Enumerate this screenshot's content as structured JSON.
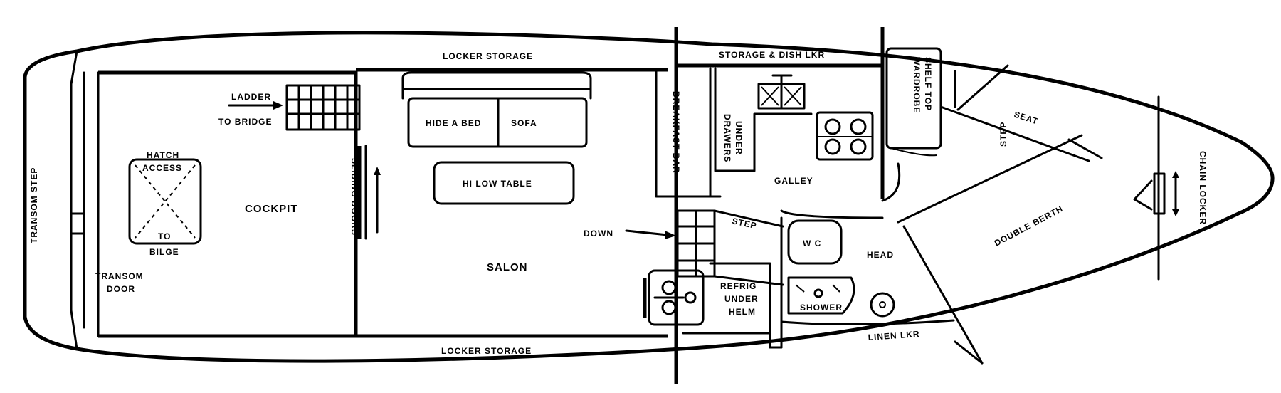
{
  "labels": {
    "locker_storage_top": "LOCKER STORAGE",
    "locker_storage_bottom": "LOCKER STORAGE",
    "storage_dish": "STORAGE & DISH LKR",
    "wardrobe_1": "WARDROBE",
    "wardrobe_2": "SHELF TOP",
    "ladder": "LADDER",
    "to_bridge": "TO BRIDGE",
    "hide_a_bed": "HIDE A BED",
    "sofa": "SOFA",
    "breakfast_bar": "BREAKFAST BAR",
    "drawers_1": "DRAWERS",
    "drawers_2": "UNDER",
    "seat": "SEAT",
    "hatch": "HATCH",
    "access": "ACCESS",
    "to": "TO",
    "bilge": "BILGE",
    "cockpit": "COCKPIT",
    "sliding_doors": "SLIDING DOORS",
    "hi_low_table": "HI LOW TABLE",
    "galley": "GALLEY",
    "step_right": "STEP",
    "step_mid": "STEP",
    "chain_locker": "CHAIN LOCKER",
    "transom_step": "TRANSOM STEP",
    "down": "DOWN",
    "wc": "W C",
    "head": "HEAD",
    "double_berth": "DOUBLE BERTH",
    "transom_door_1": "TRANSOM",
    "transom_door_2": "DOOR",
    "salon": "SALON",
    "refrig_1": "REFRIG",
    "refrig_2": "UNDER",
    "refrig_3": "HELM",
    "shower": "SHOWER",
    "linen": "LINEN LKR"
  }
}
